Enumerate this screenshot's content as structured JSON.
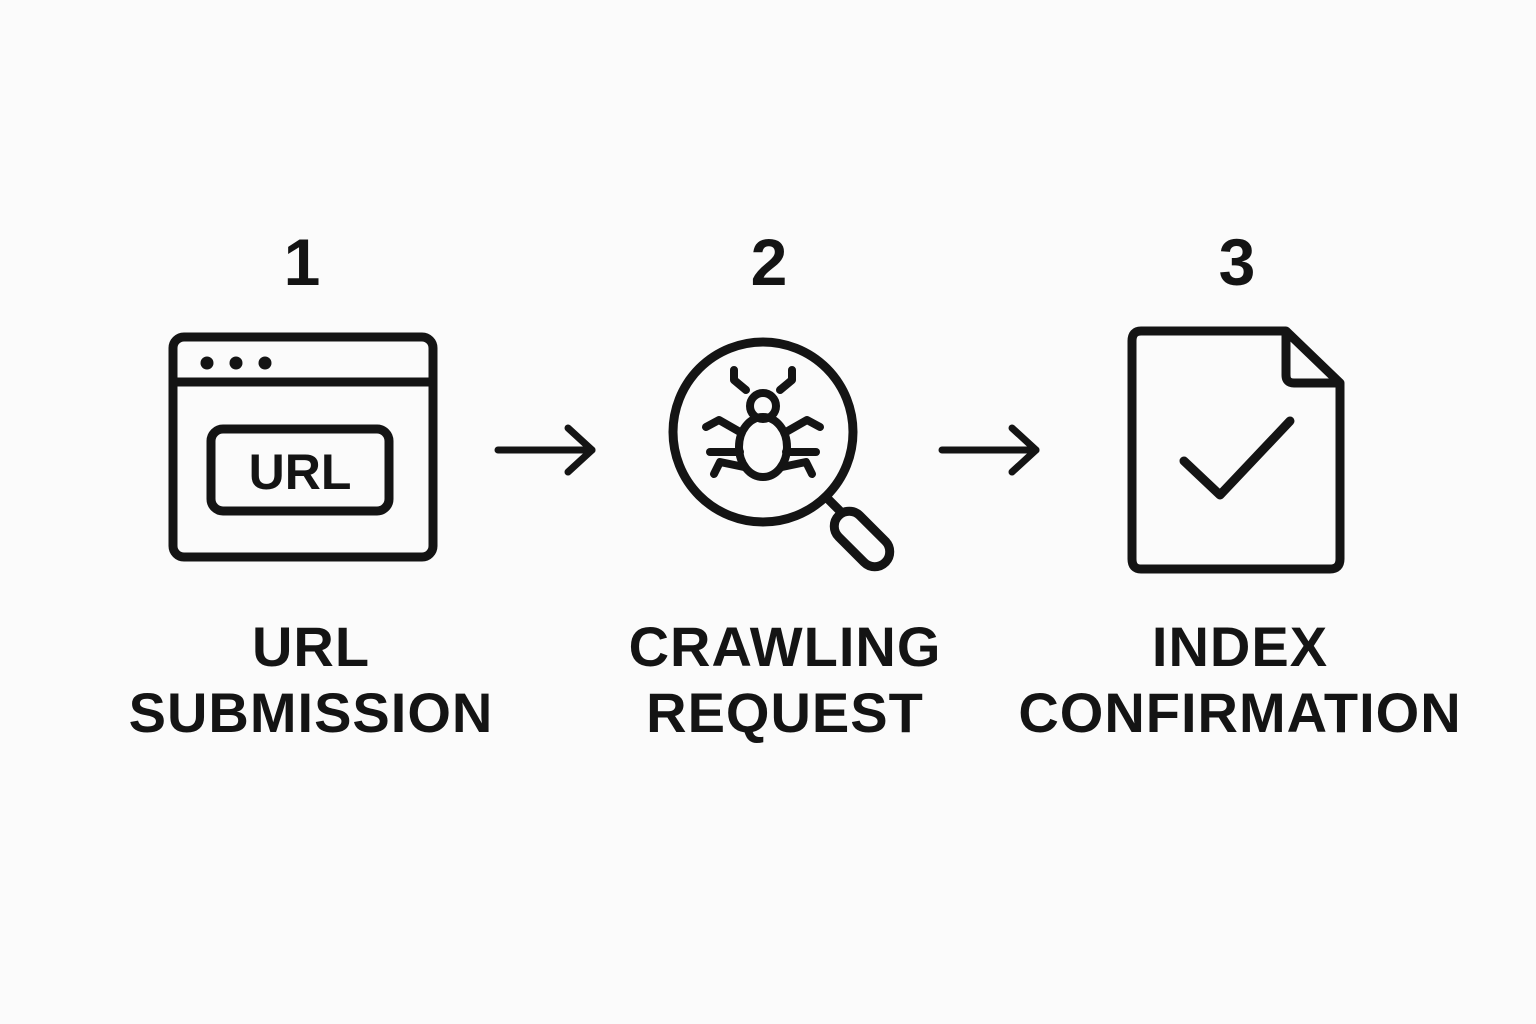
{
  "steps": [
    {
      "number": "1",
      "icon": "browser-url-icon",
      "icon_text": "URL",
      "label_line1": "URL",
      "label_line2": "SUBMISSION"
    },
    {
      "number": "2",
      "icon": "bug-magnifier-icon",
      "label_line1": "CRAWLING",
      "label_line2": "REQUEST"
    },
    {
      "number": "3",
      "icon": "document-check-icon",
      "label_line1": "INDEX",
      "label_line2": "CONFIRMATION"
    }
  ],
  "arrows": [
    {
      "icon": "right-arrow-icon"
    },
    {
      "icon": "right-arrow-icon"
    }
  ],
  "colors": {
    "stroke": "#141414",
    "background": "#fbfbfb"
  }
}
